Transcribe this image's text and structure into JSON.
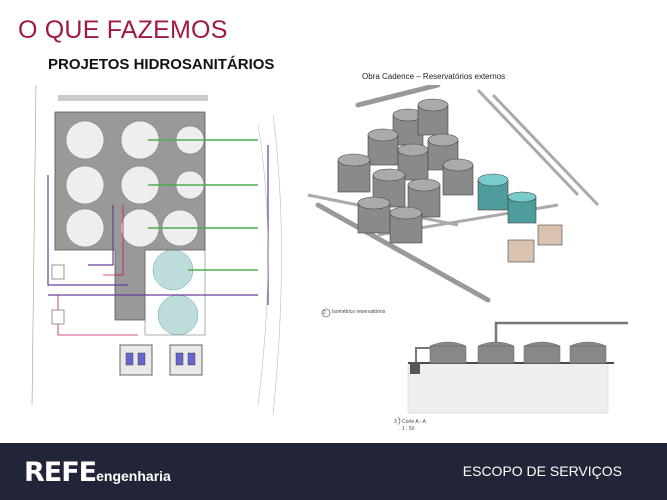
{
  "slide": {
    "title": "O QUE FAZEMOS",
    "subtitle": "PROJETOS HIDROSANITÁRIOS",
    "image_caption": "Obra Cadence – Reservatórios externos",
    "isometric_label": "Isométrico reservatórios",
    "isometric_number": "2",
    "section_label": "Corte A - A",
    "section_number": "3",
    "section_scale": "1 : 50"
  },
  "footer": {
    "logo_main": "REFE",
    "logo_sub": "engenharia",
    "section_title": "ESCOPO DE SERVIÇOS"
  },
  "colors": {
    "title": "#a01a40",
    "footer_bg": "#222538",
    "tank_teal": "#5fa8a8",
    "pipe_green": "#4caf50",
    "pipe_purple": "#6a3d9a"
  }
}
